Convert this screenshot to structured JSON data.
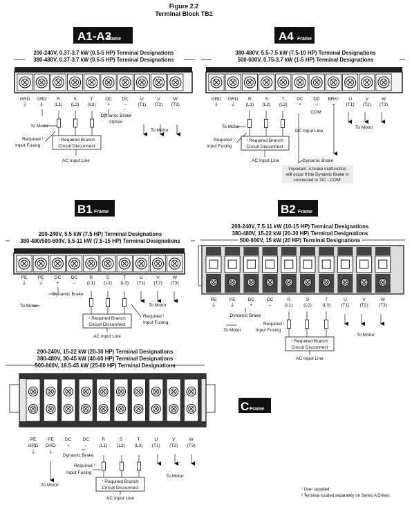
{
  "figure": {
    "number": "Figure 2.2",
    "title": "Terminal Block TB1"
  },
  "frames": {
    "A1A3": {
      "badge": "A1-A3",
      "badge_suffix": "Frame",
      "designations": [
        "200-240V, 0.37-3.7 kW (0.5-5 HP) Terminal Designations",
        "380-480V, 0.37-3.7 kW (0.5-5 HP) Terminal Designations"
      ],
      "terminals": [
        [
          "GRD",
          "⏚"
        ],
        [
          "GRD",
          "⏚"
        ],
        [
          "R",
          "(L1)"
        ],
        [
          "S",
          "(L2)"
        ],
        [
          "T",
          "(L3)"
        ],
        [
          "DC",
          "+"
        ],
        [
          "DC",
          "–"
        ],
        [
          "U",
          "(T1)"
        ],
        [
          "V",
          "(T2)"
        ],
        [
          "W",
          "(T3)"
        ]
      ],
      "labels": {
        "to_motor_left": "To Motor",
        "dynamic_brake": [
          "Dynamic Brake",
          "Option"
        ],
        "to_motor_right": "To Motor",
        "required_fusing": [
          "Required ¹",
          "Input Fusing"
        ],
        "branch": [
          "¹ Required Branch",
          "Circuit Disconnect"
        ],
        "ac_line": "AC Input Line"
      }
    },
    "A4": {
      "badge": "A4",
      "badge_suffix": "Frame",
      "designations": [
        "380-480V, 5.5-7.5 kW (7.5-10 HP) Terminal Designations",
        "500-600V, 0.75-3.7 kW (1-5 HP) Terminal Designations"
      ],
      "terminals": [
        [
          "GRD",
          "⏚"
        ],
        [
          "GRD",
          "⏚"
        ],
        [
          "R",
          "(L1)"
        ],
        [
          "S",
          "(L2)"
        ],
        [
          "T",
          "(L3)"
        ],
        [
          "DC",
          "+"
        ],
        [
          "DC",
          "–"
        ],
        [
          "BRK²",
          "–"
        ],
        [
          "U",
          "(T1)"
        ],
        [
          "V",
          "(T2)"
        ],
        [
          "W",
          "(T3)"
        ]
      ],
      "labels": {
        "com": "COM",
        "to_motor_left": "To Motor",
        "dc_input": "DC Input Line",
        "to_motor_right": "To Motor",
        "required_fusing": [
          "Required ¹",
          "Input Fusing"
        ],
        "branch": [
          "¹ Required Branch",
          "Circuit Disconnect"
        ],
        "ac_line": "AC Input Line",
        "dynamic_brake": "Dynamic Brake",
        "important": [
          "Important: A brake malfunction",
          "will occur if the Dynamic Brake is",
          "connected to 'DC - COM'"
        ]
      }
    },
    "B1": {
      "badge": "B1",
      "badge_suffix": "Frame",
      "designations": [
        "200-240V, 5.5 kW (7.5 HP) Terminal Designations",
        "380-480/500-600V, 5.5-11 kW (7.5-15 HP) Terminal Designations"
      ],
      "terminals": [
        [
          "PE",
          "⏚"
        ],
        [
          "PE",
          "⏚"
        ],
        [
          "DC",
          "+"
        ],
        [
          "DC",
          "–"
        ],
        [
          "R",
          "(L1)"
        ],
        [
          "S",
          "(L2)"
        ],
        [
          "T",
          "(L3)"
        ],
        [
          "U",
          "(T1)"
        ],
        [
          "V",
          "(T2)"
        ],
        [
          "W",
          "(T3)"
        ]
      ],
      "labels": {
        "to_motor_left": "To Motor",
        "dynamic_brake": "Dynamic Brake",
        "to_motor_right": "To Motor",
        "required_fusing": [
          "Required ¹",
          "Input Fusing"
        ],
        "branch": [
          "¹ Required Branch",
          "Circuit Disconnect"
        ],
        "ac_line": "AC Input Line"
      }
    },
    "B2": {
      "badge": "B2",
      "badge_suffix": "Frame",
      "designations": [
        "200-240V, 7.5-11 kW (10-15 HP) Terminal Designations",
        "380-480V, 15-22 kW (20-30 HP) Terminal Designations",
        "500-600V, 15 kW (20 HP) Terminal Designations"
      ],
      "terminals": [
        [
          "PE",
          "⏚"
        ],
        [
          "PE",
          "⏚"
        ],
        [
          "DC",
          "+"
        ],
        [
          "DC",
          "–"
        ],
        [
          "R",
          "(L1)"
        ],
        [
          "S",
          "(L2)"
        ],
        [
          "T",
          "(L3)"
        ],
        [
          "U",
          "(T1)"
        ],
        [
          "V",
          "(T2)"
        ],
        [
          "W",
          "(T3)"
        ]
      ],
      "labels": {
        "dynamic_brake": "Dynamic Brake",
        "to_motor_left": "To Motor",
        "required_fusing": [
          "Required ¹",
          "Input Fusing"
        ],
        "to_motor_right": "To Motor",
        "branch": [
          "¹ Required Branch",
          "Circuit Disconnect"
        ],
        "ac_line": "AC Input Line"
      }
    },
    "C": {
      "badge": "C",
      "badge_suffix": "Frame",
      "designations": [
        "200-240V, 15-22 kW (20-30 HP) Terminal Designations",
        "380-480V, 30-45 kW (40-60 HP) Terminal Designations",
        "500-600V, 18.5-45 kW (25-60 HP) Terminal Designations"
      ],
      "terminals": [
        [
          "PE",
          "GRD",
          "⏚"
        ],
        [
          "PE",
          "GRD",
          "⏚"
        ],
        [
          "DC",
          "+",
          ""
        ],
        [
          "DC",
          "–",
          ""
        ],
        [
          "R",
          "(L1)",
          ""
        ],
        [
          "S",
          "(L2)",
          ""
        ],
        [
          "T",
          "(L3)",
          ""
        ],
        [
          "U",
          "(T1)",
          ""
        ],
        [
          "V",
          "(T2)",
          ""
        ],
        [
          "W",
          "(T3)",
          ""
        ]
      ],
      "labels": {
        "dynamic_brake": "Dynamic Brake",
        "required_fusing": [
          "Required ¹",
          "Input Fusing"
        ],
        "to_motor_right": "To Motor",
        "to_motor_left": "To Motor",
        "branch": [
          "¹ Required Branch",
          "Circuit Disconnect"
        ],
        "ac_line": "AC Input Line"
      }
    }
  },
  "footnotes": [
    "¹ User supplied.",
    "² Terminal located separately on Series A Drives."
  ]
}
